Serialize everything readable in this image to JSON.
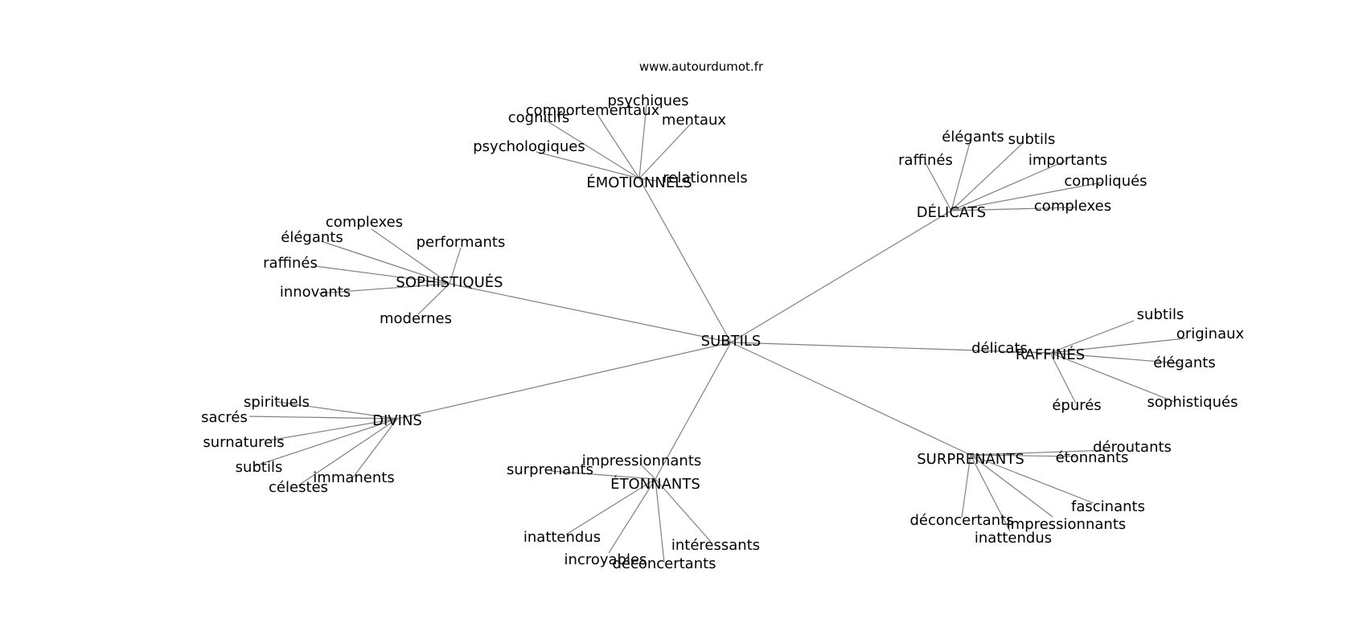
{
  "source": "www.autourdumot.fr",
  "colors": {
    "edge": "#808080",
    "text": "#000000",
    "background": "#ffffff"
  },
  "graph": {
    "center": "SUBTILS",
    "hubs": [
      {
        "id": "sophistiques",
        "label": "SOPHISTIQUÉS",
        "leaves": [
          "complexes",
          "élégants",
          "raffinés",
          "innovants",
          "modernes",
          "performants"
        ]
      },
      {
        "id": "emotionnels",
        "label": "ÉMOTIONNELS",
        "leaves": [
          "psychologiques",
          "cognitifs",
          "comportementaux",
          "psychiques",
          "mentaux",
          "relationnels"
        ]
      },
      {
        "id": "delicats",
        "label": "DÉLICATS",
        "leaves": [
          "raffinés",
          "élégants",
          "subtils",
          "importants",
          "compliqués",
          "complexes"
        ]
      },
      {
        "id": "raffines",
        "label": "RAFFINÉS",
        "leaves": [
          "délicats",
          "subtils",
          "originaux",
          "élégants",
          "sophistiqués",
          "épurés"
        ]
      },
      {
        "id": "surprenants",
        "label": "SURPRENANTS",
        "leaves": [
          "déroutants",
          "étonnants",
          "fascinants",
          "impressionnants",
          "inattendus",
          "déconcertants"
        ]
      },
      {
        "id": "etonnants",
        "label": "ÉTONNANTS",
        "leaves": [
          "impressionnants",
          "surprenants",
          "inattendus",
          "incroyables",
          "déconcertants",
          "intéressants"
        ]
      },
      {
        "id": "divins",
        "label": "DIVINS",
        "leaves": [
          "spirituels",
          "sacrés",
          "surnaturels",
          "subtils",
          "célestes",
          "immanents"
        ]
      }
    ]
  }
}
